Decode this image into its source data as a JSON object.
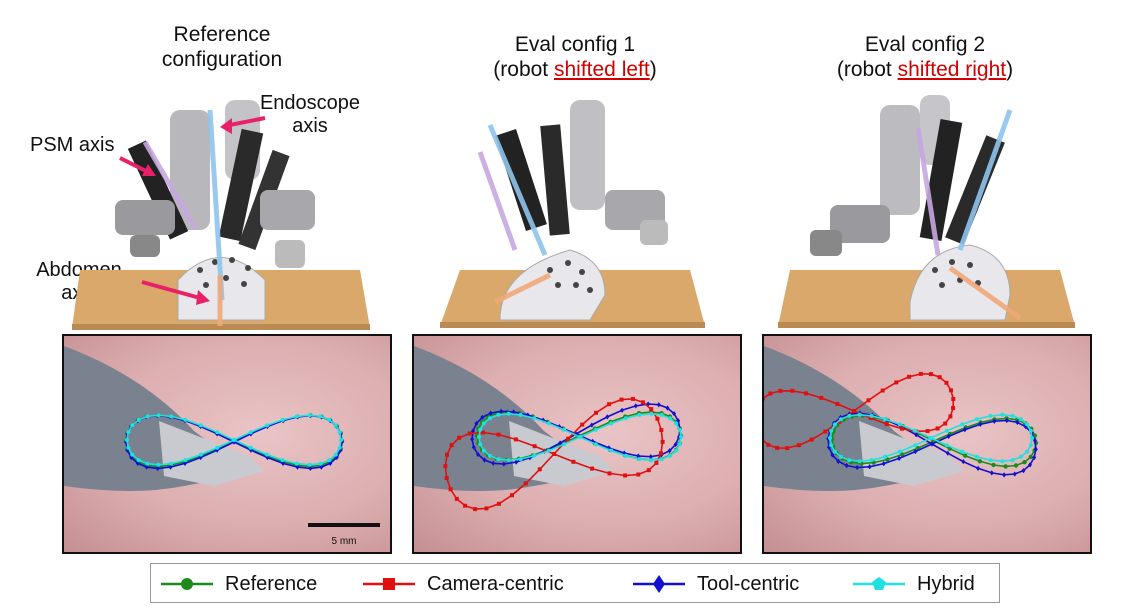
{
  "columns": [
    {
      "title_line1": "Reference",
      "title_line2": "configuration"
    },
    {
      "title_line1": "Eval config 1",
      "title_prefix": "(robot ",
      "title_highlight": "shifted left",
      "title_suffix": ")"
    },
    {
      "title_line1": "Eval config 2",
      "title_prefix": "(robot ",
      "title_highlight": "shifted right",
      "title_suffix": ")"
    }
  ],
  "annotations": {
    "endoscope_axis_line1": "Endoscope",
    "endoscope_axis_line2": "axis",
    "psm_axis": "PSM axis",
    "abdomen_axis_line1": "Abdomen",
    "abdomen_axis_line2": "axis"
  },
  "scale_bar": {
    "label": "5 mm"
  },
  "legend": [
    {
      "label": "Reference",
      "color": "#1e8a1e",
      "marker": "circle"
    },
    {
      "label": "Camera-centric",
      "color": "#e01010",
      "marker": "square"
    },
    {
      "label": "Tool-centric",
      "color": "#1010d0",
      "marker": "diamond"
    },
    {
      "label": "Hybrid",
      "color": "#20e0e0",
      "marker": "pentagon"
    }
  ],
  "colors": {
    "highlight": "#d40000",
    "arrow": "#e8206a",
    "psm_axis_line": "#c8a8e0",
    "endoscope_axis_line": "#8ec4ec",
    "abdomen_axis_line": "#f0a878",
    "table": "#d9a86a"
  }
}
